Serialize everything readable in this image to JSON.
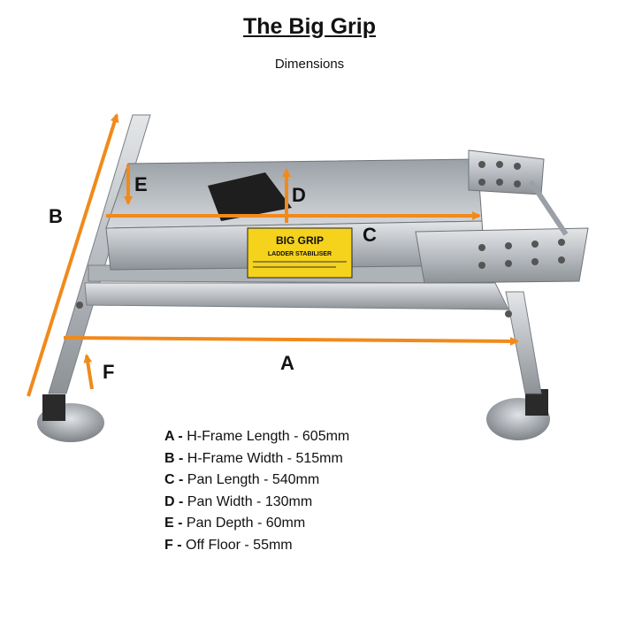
{
  "title": "The Big Grip",
  "subtitle": "Dimensions",
  "photo": {
    "sticker_title": "BIG GRIP",
    "sticker_subtitle": "LADDER STABILISER",
    "arrow_color": "#f08a1c",
    "metal_color": "#c9ccd0"
  },
  "labels": {
    "a": "A",
    "b": "B",
    "c": "C",
    "d": "D",
    "e": "E",
    "f": "F"
  },
  "dimensions": [
    {
      "key": "A -",
      "text": "H-Frame Length - 605mm"
    },
    {
      "key": "B -",
      "text": "H-Frame Width - 515mm"
    },
    {
      "key": "C -",
      "text": "Pan Length - 540mm"
    },
    {
      "key": "D -",
      "text": "Pan Width - 130mm"
    },
    {
      "key": "E -",
      "text": "Pan Depth - 60mm"
    },
    {
      "key": "F -",
      "text": "Off Floor - 55mm"
    }
  ]
}
